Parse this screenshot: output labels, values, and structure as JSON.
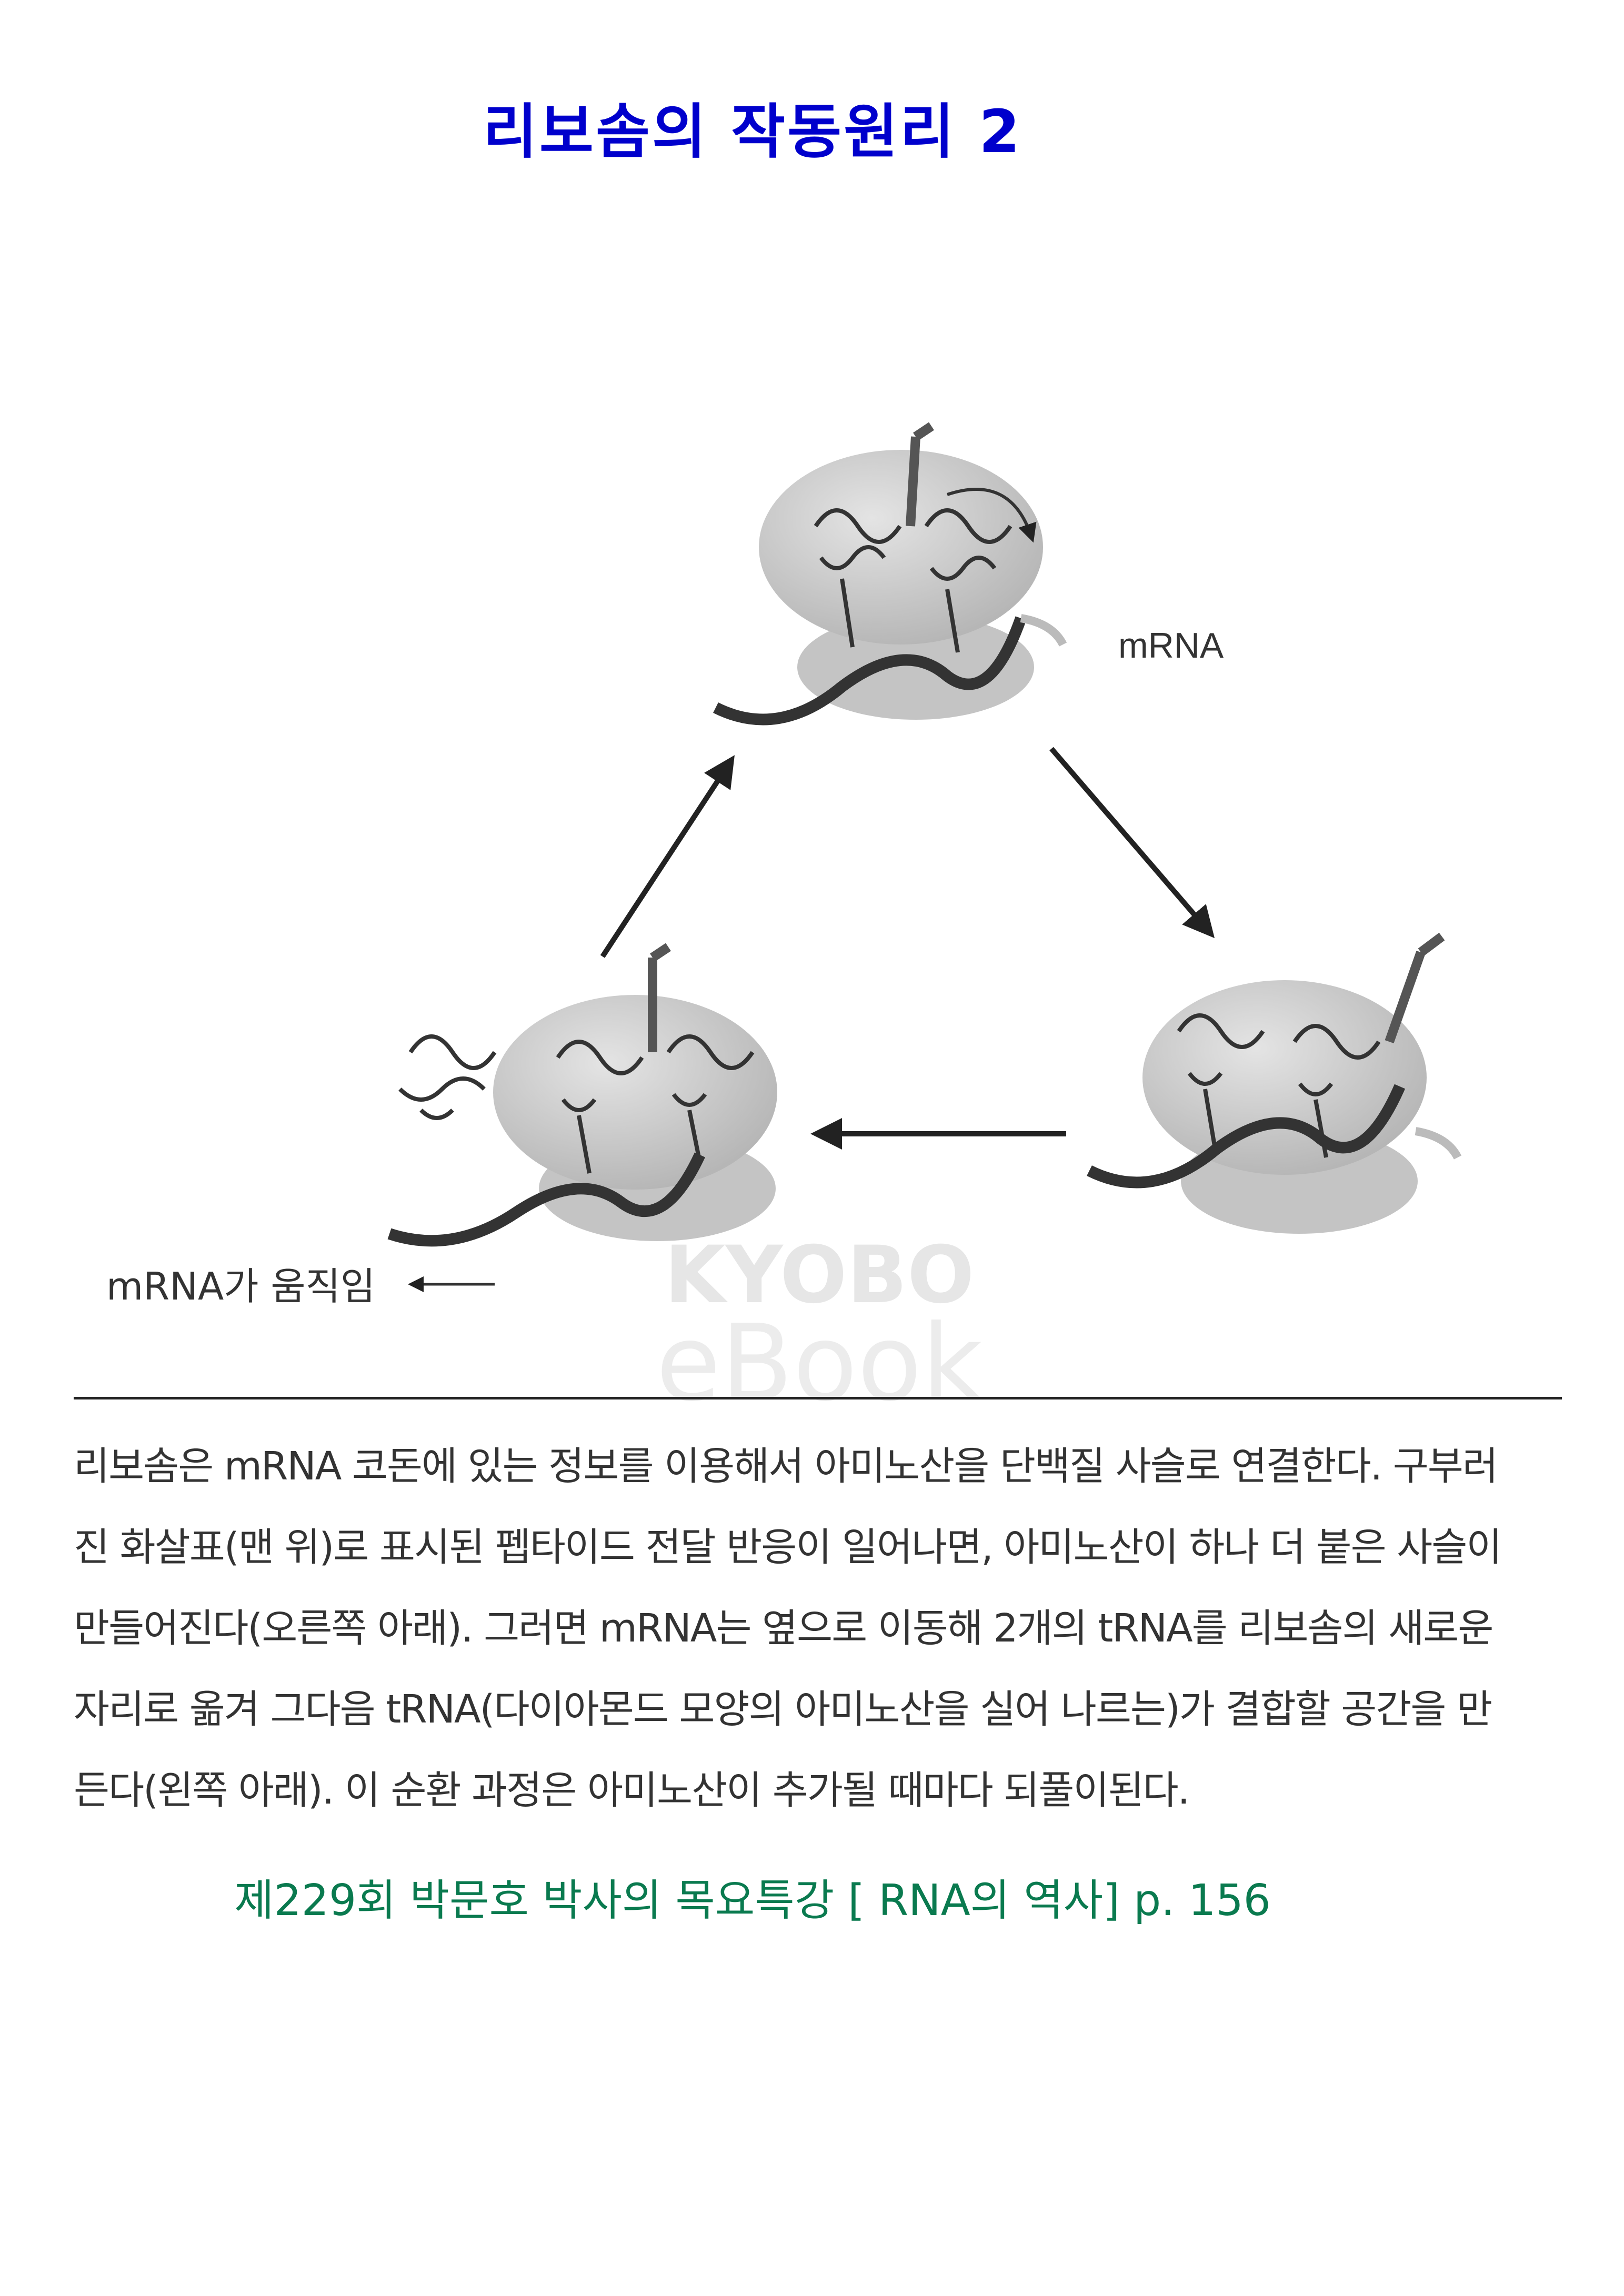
{
  "title": "리보솜의 작동원리 2",
  "figure": {
    "label_mrna": "mRNA",
    "label_mrna_moves": "mRNA가 움직임",
    "watermark_line1": "KYOBO",
    "watermark_line2": "eBook"
  },
  "paragraph": [
    "리보솜은 mRNA 코돈에 있는 정보를 이용해서 아미노산을 단백질 사슬로 연결한다. 구부러",
    "진 화살표(맨 위)로 표시된 펩타이드 전달 반응이 일어나면, 아미노산이 하나 더 붙은 사슬이",
    "만들어진다(오른쪽 아래). 그러면 mRNA는 옆으로 이동해 2개의 tRNA를 리보솜의 새로운",
    "자리로 옮겨 그다음 tRNA(다이아몬드 모양의 아미노산을 실어 나르는)가 결합할 공간을 만",
    "든다(왼쪽 아래). 이 순환 과정은 아미노산이 추가될 때마다 되풀이된다."
  ],
  "citation": "제229회 박문호 박사의 목요특강 [ RNA의 역사] p. 156",
  "colors": {
    "title": "#0000cc",
    "citation": "#0a7a4f"
  }
}
